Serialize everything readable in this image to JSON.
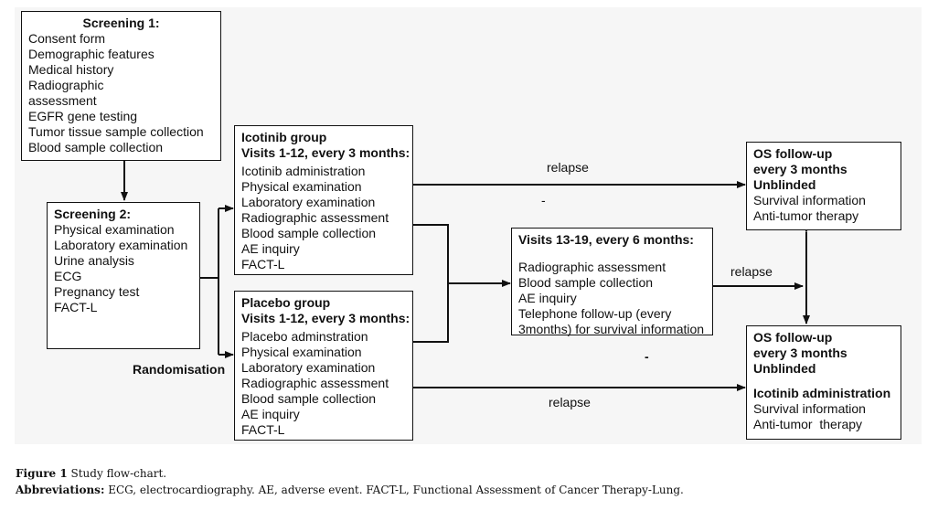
{
  "screening1": {
    "title": "Screening 1:",
    "items": [
      "Consent form",
      "Demographic features",
      "Medical history",
      "Radiographic assessment",
      "EGFR gene testing",
      "Tumor tissue sample collection",
      "Blood sample collection"
    ]
  },
  "screening2": {
    "title": "Screening 2:",
    "items": [
      "Physical examination",
      "Laboratory examination",
      "Urine analysis",
      "ECG",
      "Pregnancy test",
      "FACT-L"
    ]
  },
  "icotinib": {
    "title1": "Icotinib group",
    "title2": "Visits 1-12, every 3 months:",
    "items": [
      "Icotinib administration",
      "Physical examination",
      "Laboratory examination",
      "Radiographic assessment",
      "Blood sample collection",
      "AE inquiry",
      "FACT-L"
    ]
  },
  "placebo": {
    "title1": "Placebo group",
    "title2": "Visits 1-12, every 3 months:",
    "items": [
      "Placebo adminstration",
      "Physical examination",
      "Laboratory examination",
      "Radiographic assessment",
      "Blood sample collection",
      "AE inquiry",
      "FACT-L"
    ]
  },
  "visits": {
    "title": "Visits 13-19, every 6 months:",
    "items": [
      "Radiographic assessment",
      "Blood sample collection",
      "AE inquiry"
    ],
    "telephone": "Telephone follow-up (every 3months) for survival information"
  },
  "os_top": {
    "title_lines": [
      "OS follow-up",
      "every 3 months",
      "Unblinded"
    ],
    "items": [
      "Survival information",
      "Anti-tumor therapy"
    ]
  },
  "os_bottom": {
    "title_lines": [
      "OS follow-up",
      "every 3 months",
      "Unblinded"
    ],
    "bold_item": "Icotinib administration",
    "items": [
      "Survival information",
      "Anti-tumor  therapy"
    ]
  },
  "labels": {
    "randomisation": "Randomisation",
    "relapse_top": "relapse",
    "relapse_mid": "relapse",
    "relapse_bottom": "relapse",
    "dash1": "-",
    "dash2": "-"
  },
  "caption": {
    "figure_label": "Figure 1",
    "figure_text": "Study flow-chart.",
    "abbr_label": "Abbreviations:",
    "abbr_text": "ECG, electrocardiography. AE, adverse event. FACT-L, Functional Assessment of Cancer Therapy-Lung."
  }
}
